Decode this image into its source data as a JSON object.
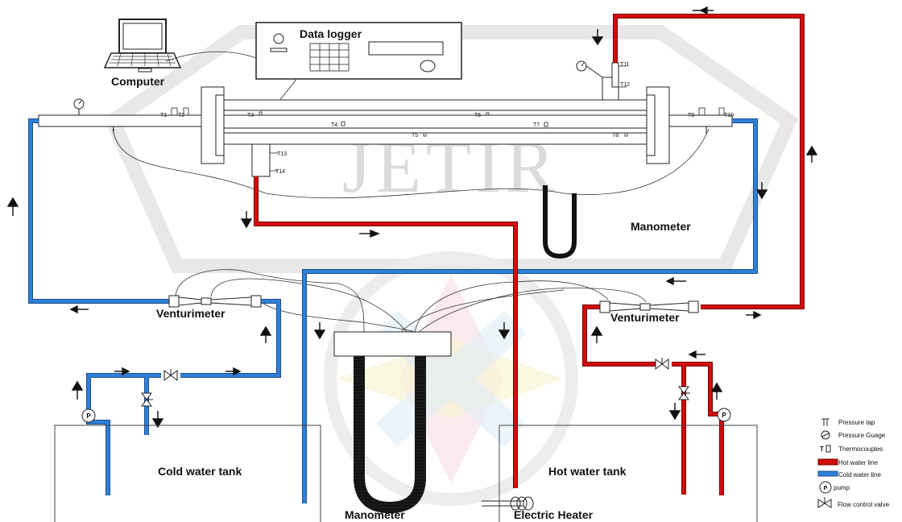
{
  "watermark": "JETIR",
  "labels": {
    "computer": "Computer",
    "data_logger": "Data logger",
    "manometer_top": "Manometer",
    "manometer_bottom": "Manometer",
    "venturimeter_left": "Venturimeter",
    "venturimeter_right": "Venturimeter",
    "cold_tank": "Cold water tank",
    "hot_tank": "Hot water tank",
    "electric_heater": "Electric Heater"
  },
  "thermocouples": [
    "T1",
    "T2",
    "T3",
    "T4",
    "T5",
    "T6",
    "T7",
    "T8",
    "T9",
    "T10",
    "T11",
    "T12",
    "T13",
    "T14"
  ],
  "pump_symbol": "P",
  "legend": {
    "items": [
      {
        "symbol": "pressure-tap",
        "label": "Pressure tap"
      },
      {
        "symbol": "pressure-gauge",
        "label": "Pressure Guage"
      },
      {
        "symbol": "thermocouple",
        "label": "Thermocouples"
      },
      {
        "symbol": "hot-line",
        "label": "Hot water line"
      },
      {
        "symbol": "cold-line",
        "label": "Cold water line"
      },
      {
        "symbol": "pump",
        "label": "pump"
      },
      {
        "symbol": "valve",
        "label": "Flow control valve"
      }
    ]
  },
  "colors": {
    "hot": "#d10d0d",
    "cold": "#2f7fd6",
    "outline": "#222222"
  }
}
